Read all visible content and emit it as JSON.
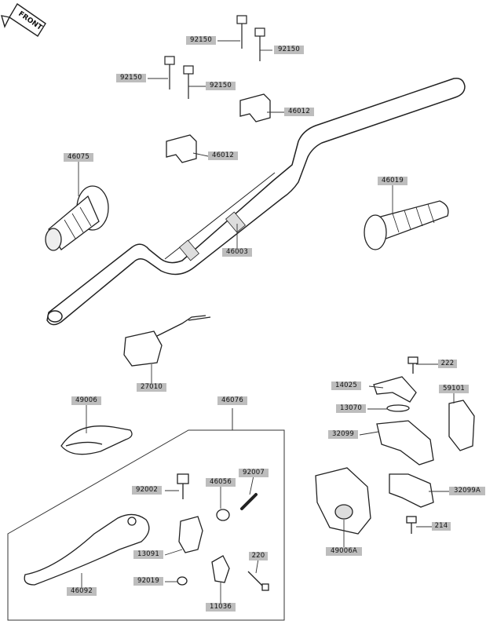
{
  "front_badge": "FRONT",
  "parts": [
    {
      "id": "p-92150-a",
      "label": "92150"
    },
    {
      "id": "p-92150-b",
      "label": "92150"
    },
    {
      "id": "p-92150-c",
      "label": "92150"
    },
    {
      "id": "p-92150-d",
      "label": "92150"
    },
    {
      "id": "p-46012-a",
      "label": "46012"
    },
    {
      "id": "p-46012-b",
      "label": "46012"
    },
    {
      "id": "p-46075",
      "label": "46075"
    },
    {
      "id": "p-46019",
      "label": "46019"
    },
    {
      "id": "p-46003",
      "label": "46003"
    },
    {
      "id": "p-27010",
      "label": "27010"
    },
    {
      "id": "p-222",
      "label": "222"
    },
    {
      "id": "p-14025",
      "label": "14025"
    },
    {
      "id": "p-59101",
      "label": "59101"
    },
    {
      "id": "p-13070",
      "label": "13070"
    },
    {
      "id": "p-32099",
      "label": "32099"
    },
    {
      "id": "p-32099a",
      "label": "32099A"
    },
    {
      "id": "p-214",
      "label": "214"
    },
    {
      "id": "p-49006a",
      "label": "49006A"
    },
    {
      "id": "p-49006",
      "label": "49006"
    },
    {
      "id": "p-46076",
      "label": "46076"
    },
    {
      "id": "p-92002",
      "label": "92002"
    },
    {
      "id": "p-46056",
      "label": "46056"
    },
    {
      "id": "p-92007",
      "label": "92007"
    },
    {
      "id": "p-13091",
      "label": "13091"
    },
    {
      "id": "p-220",
      "label": "220"
    },
    {
      "id": "p-92019",
      "label": "92019"
    },
    {
      "id": "p-11036",
      "label": "11036"
    },
    {
      "id": "p-46092",
      "label": "46092"
    }
  ],
  "colors": {
    "label_bg": "#bdbdbd",
    "line": "#333333",
    "stroke": "#222222",
    "fill_light": "#f2f2f2",
    "fill_dark": "#3a3a3a"
  }
}
